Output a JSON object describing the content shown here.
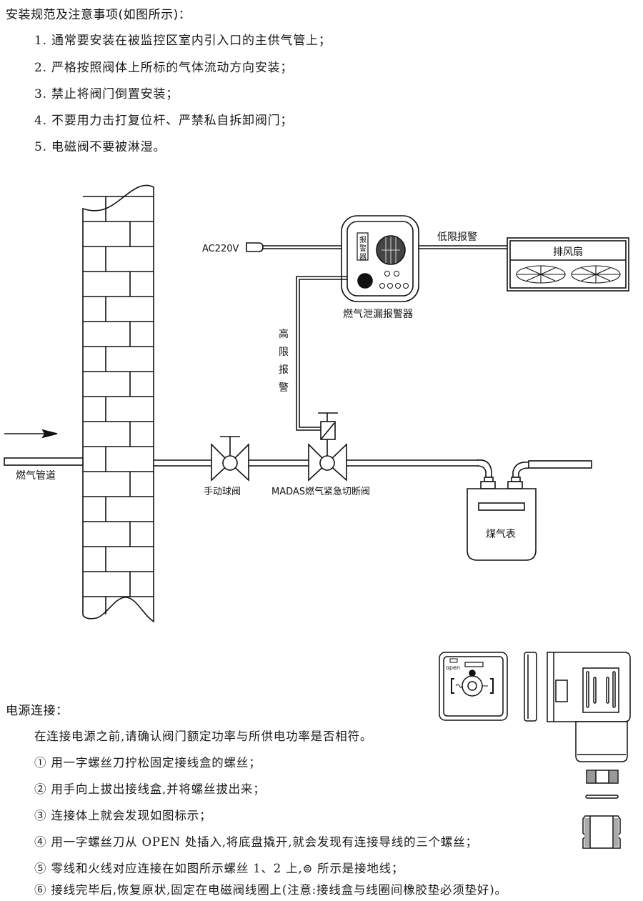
{
  "install_section": {
    "heading": "安装规范及注意事项(如图所示)：",
    "items": [
      "1. 通常要安装在被监控区室内引入口的主供气管上；",
      "2. 严格按照阀体上所标的气体流动方向安装；",
      "3. 禁止将阀门倒置安装；",
      "4. 不要用力击打复位杆、严禁私自拆卸阀门；",
      "5. 电磁阀不要被淋湿。"
    ]
  },
  "diagram": {
    "power_label": "AC220V",
    "detector_panel_label": [
      "报",
      "警",
      "器"
    ],
    "detector_label": "燃气泄漏报警器",
    "low_alarm_label": "低限报警",
    "fan_label": "排风扇",
    "high_alarm_label": [
      "高",
      "限",
      "报",
      "警"
    ],
    "pipe_label": "燃气管道",
    "manual_valve_label": "手动球阀",
    "shutoff_valve_label": "MADAS燃气紧急切断阀",
    "meter_label": "煤气表"
  },
  "connector_figure": {
    "open_label": "open"
  },
  "power_section": {
    "heading": "电源连接：",
    "intro": "在连接电源之前,请确认阀门额定功率与所供电功率是否相符。",
    "steps": [
      "①  用一字螺丝刀拧松固定接线盒的螺丝；",
      "②  用手向上拔出接线盒,并将螺丝拔出来；",
      "③  连接体上就会发现如图标示；",
      "④  用一字螺丝刀从 OPEN 处插入,将底盘撬开,就会发现有连接导线的三个螺丝；",
      "⑤  零线和火线对应连接在如图所示螺丝 1、2 上,⊜ 所示是接地线；",
      "⑥  接线完毕后,恢复原状,固定在电磁阀线圈上(注意:接线盒与线圈间橡胶垫必须垫好)。"
    ]
  }
}
